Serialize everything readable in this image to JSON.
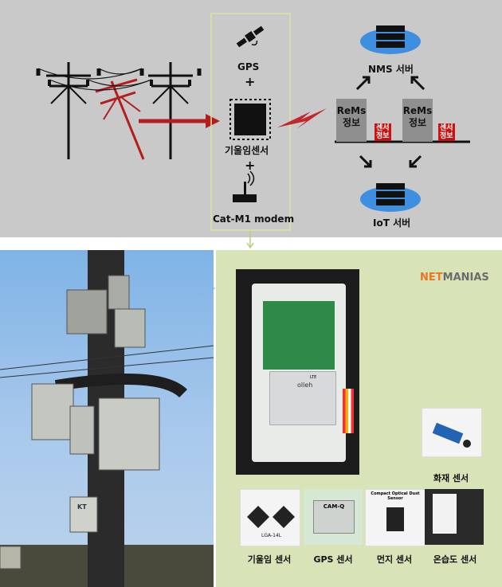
{
  "top": {
    "gps_label": "GPS",
    "plus": "+",
    "tilt_sensor_label": "기울임센서",
    "modem_label": "Cat-M1 modem",
    "nms_server_label": "NMS 서버",
    "iot_server_label": "IoT 서버",
    "rems_left": "ReMs\n정보",
    "rems_right": "ReMs\n정보",
    "sensor_info_left": "센서\n정보",
    "sensor_info_right": "센서\n정보"
  },
  "bottom": {
    "brand_net": "NET",
    "brand_manias": "MANIAS",
    "board_text_lte": "LTE",
    "board_text_olleh": "olleh",
    "pole_box_text": "KT",
    "fire_sensor_label": "화재 센서",
    "chip_text": "LGA-14L",
    "gps_module_text": "CAM-Q",
    "dust_sensor_caption": "Compact Optical Dust Sensor",
    "sensors": [
      {
        "label": "기울임 센서"
      },
      {
        "label": "GPS 센서"
      },
      {
        "label": "먼지 센서"
      },
      {
        "label": "온습도 센서"
      }
    ]
  },
  "colors": {
    "arrow_red": "#b41e1e",
    "bolt_red": "#c0282e",
    "highlight_frame": "#d8e6a0",
    "brand_orange": "#e87722",
    "brand_gray": "#6b6b6b",
    "green_panel": "#d9e3b8"
  }
}
